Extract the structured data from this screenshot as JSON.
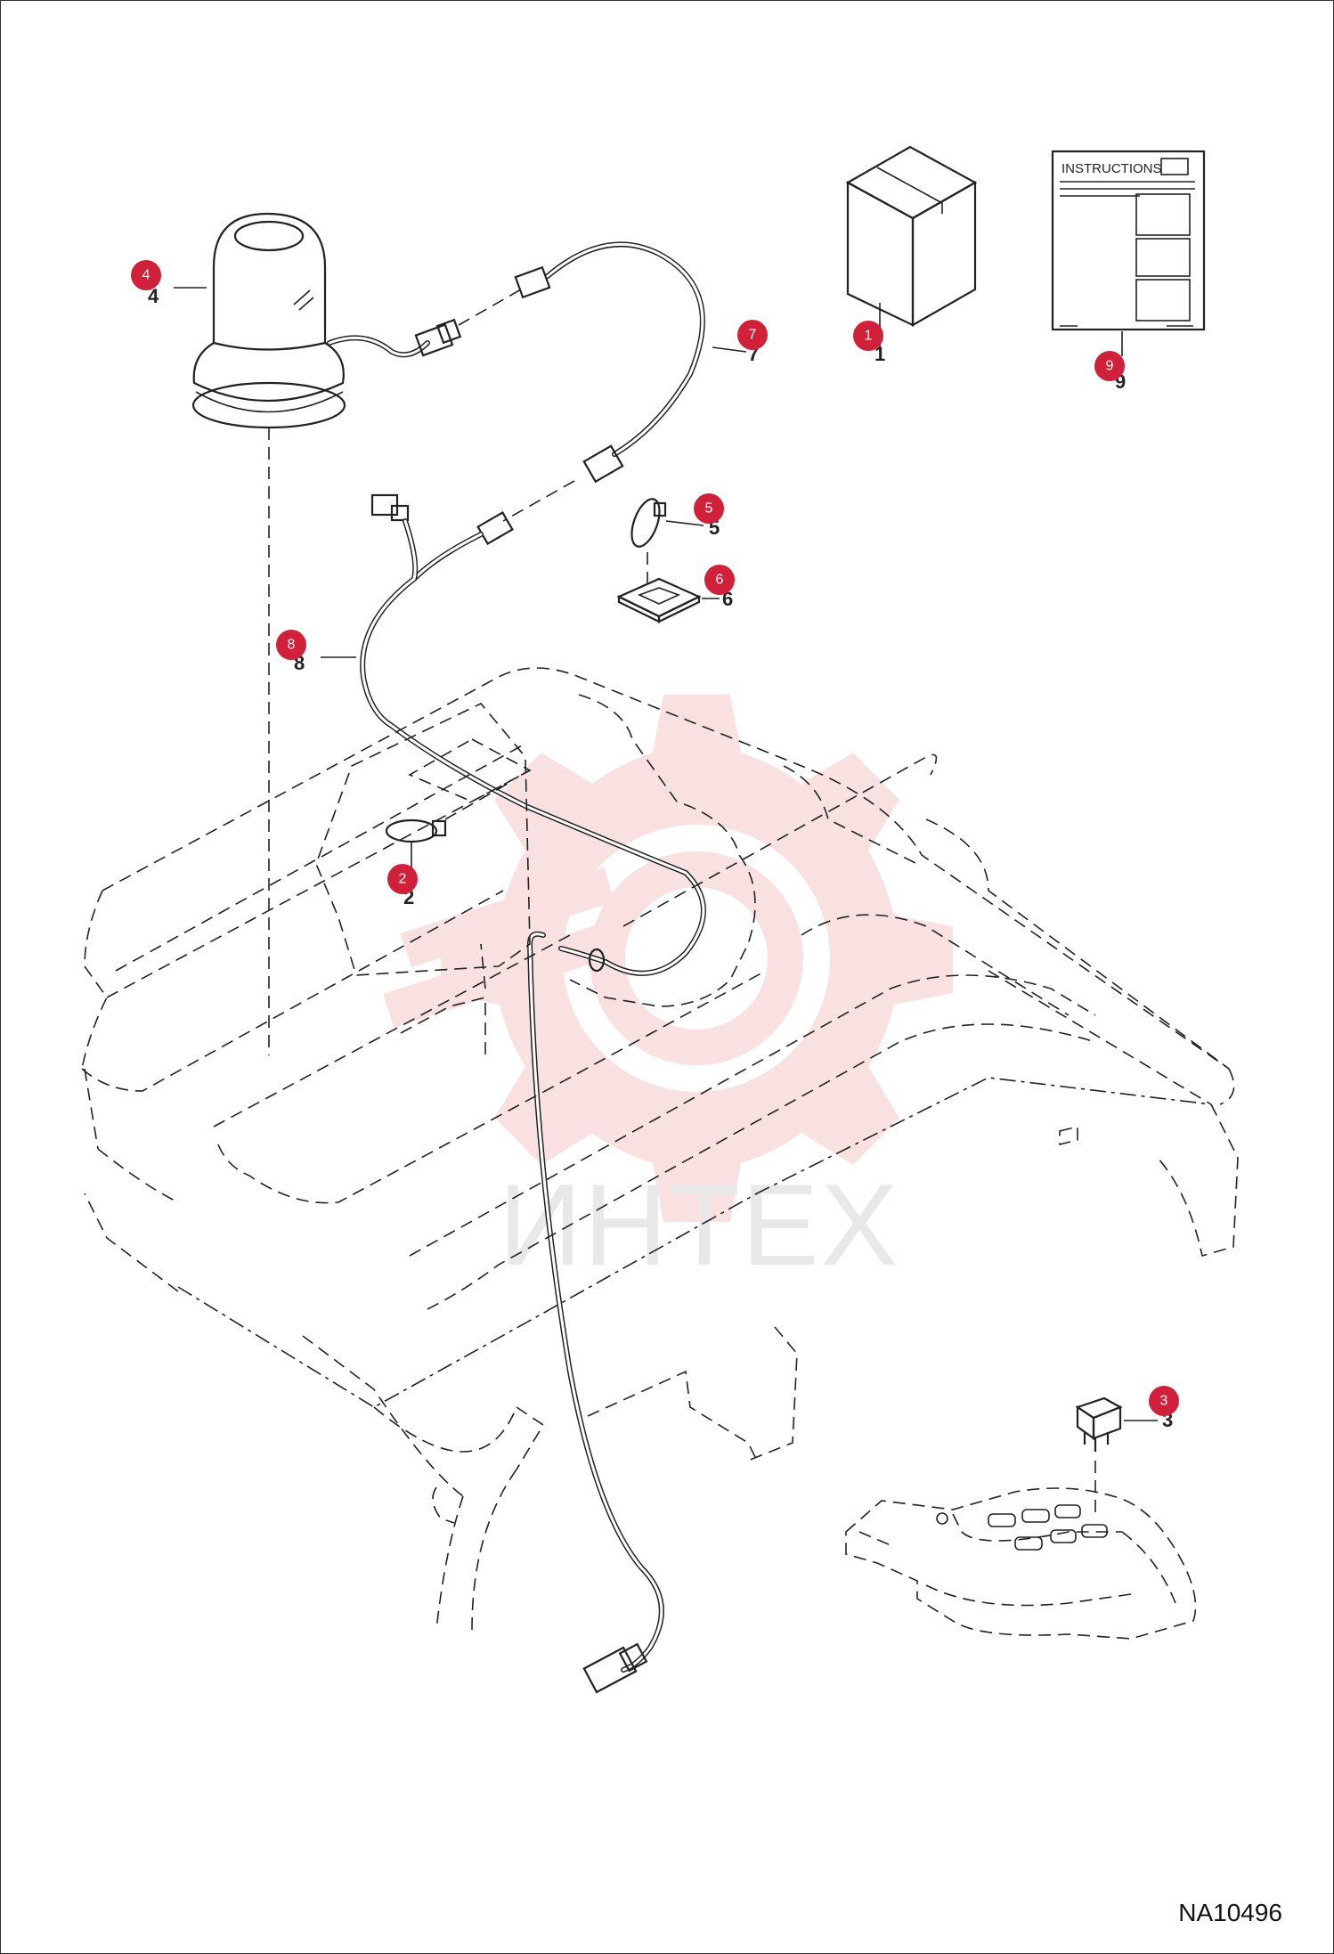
{
  "figure": {
    "document_id": "NA10496",
    "watermark_text": "ИНТЕХ",
    "instructions_label": "INSTRUCTIONS"
  },
  "callouts": [
    {
      "badge": "1",
      "number": "1"
    },
    {
      "badge": "2",
      "number": "2"
    },
    {
      "badge": "3",
      "number": "3"
    },
    {
      "badge": "4",
      "number": "4"
    },
    {
      "badge": "5",
      "number": "5"
    },
    {
      "badge": "6",
      "number": "6"
    },
    {
      "badge": "7",
      "number": "7"
    },
    {
      "badge": "8",
      "number": "8"
    },
    {
      "badge": "9",
      "number": "9"
    }
  ],
  "colors": {
    "badge": "#d1203a",
    "watermark": "#f6c9c9",
    "line": "#222222"
  }
}
